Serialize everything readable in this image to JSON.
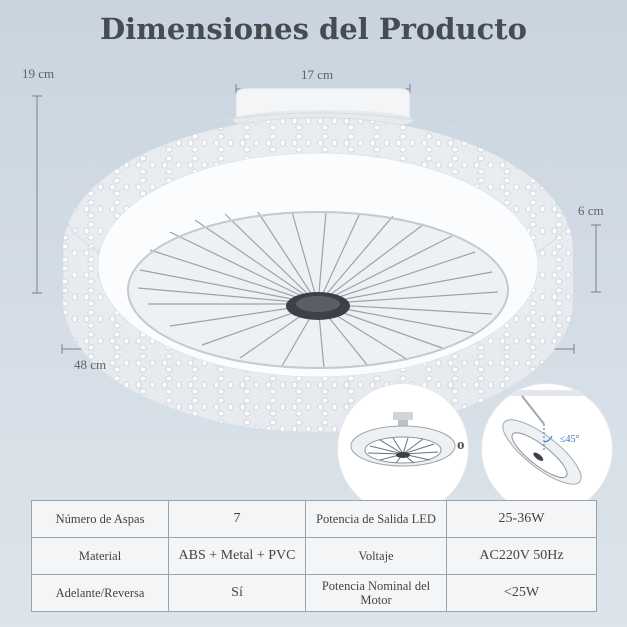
{
  "title": "Dimensiones del Producto",
  "dimensions": {
    "height_total": "19 cm",
    "top_width": "17 cm",
    "side_height": "6 cm",
    "diameter": "48 cm"
  },
  "angle_label": "≤45°",
  "or_label": "o",
  "specs": [
    {
      "label1": "Número de Aspas",
      "value1": "7",
      "label2": "Potencia de Salida LED",
      "value2": "25-36W"
    },
    {
      "label1": "Material",
      "value1": "ABS + Metal + PVC",
      "label2": "Voltaje",
      "value2": "AC220V 50Hz"
    },
    {
      "label1": "Adelante/Reversa",
      "value1": "Sí",
      "label2": "Potencia Nominal del Motor",
      "value2": "<25W"
    }
  ]
}
